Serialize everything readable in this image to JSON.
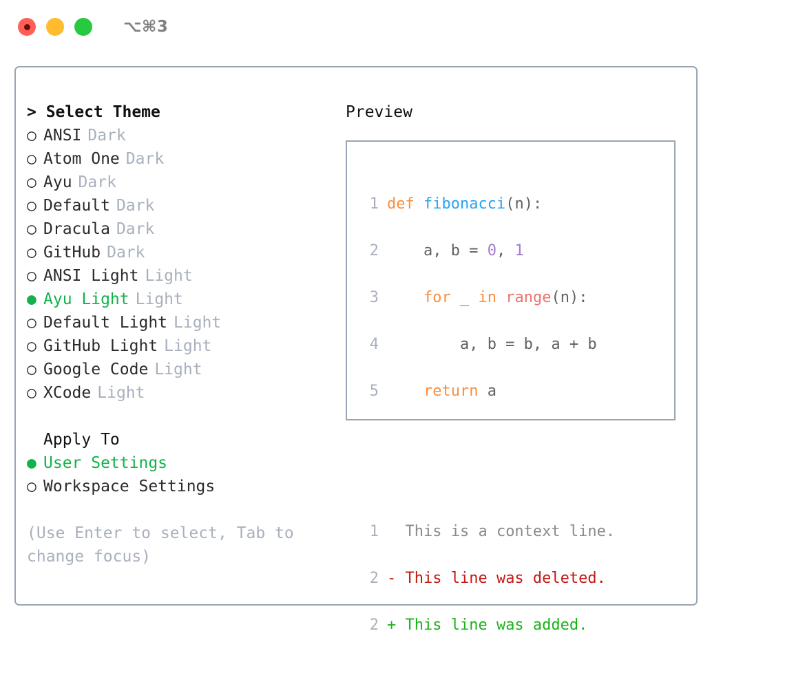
{
  "titlebar": {
    "lights": [
      "close-red",
      "minimize-yellow",
      "zoom-green"
    ],
    "shortcut": "⌥⌘3"
  },
  "theme_panel": {
    "heading": "> Select Theme",
    "items": [
      {
        "bullet": "○",
        "label": "ANSI",
        "tag": "Dark",
        "selected": false
      },
      {
        "bullet": "○",
        "label": "Atom One",
        "tag": "Dark",
        "selected": false
      },
      {
        "bullet": "○",
        "label": "Ayu",
        "tag": "Dark",
        "selected": false
      },
      {
        "bullet": "○",
        "label": "Default",
        "tag": "Dark",
        "selected": false
      },
      {
        "bullet": "○",
        "label": "Dracula",
        "tag": "Dark",
        "selected": false
      },
      {
        "bullet": "○",
        "label": "GitHub",
        "tag": "Dark",
        "selected": false
      },
      {
        "bullet": "○",
        "label": "ANSI Light",
        "tag": "Light",
        "selected": false
      },
      {
        "bullet": "●",
        "label": "Ayu Light",
        "tag": "Light",
        "selected": true
      },
      {
        "bullet": "○",
        "label": "Default Light",
        "tag": "Light",
        "selected": false
      },
      {
        "bullet": "○",
        "label": "GitHub Light",
        "tag": "Light",
        "selected": false
      },
      {
        "bullet": "○",
        "label": "Google Code",
        "tag": "Light",
        "selected": false
      },
      {
        "bullet": "○",
        "label": "XCode",
        "tag": "Light",
        "selected": false
      }
    ]
  },
  "apply_to": {
    "heading": "Apply To",
    "items": [
      {
        "bullet": "●",
        "label": "User Settings",
        "selected": true
      },
      {
        "bullet": "○",
        "label": "Workspace Settings",
        "selected": false
      }
    ]
  },
  "hint": "(Use Enter to select, Tab to change focus)",
  "preview": {
    "heading": "Preview",
    "code_lines": [
      {
        "number": "1",
        "tokens": [
          {
            "t": "def ",
            "c": "kw"
          },
          {
            "t": "fibonacci",
            "c": "fn"
          },
          {
            "t": "(n):",
            "c": "punc"
          }
        ]
      },
      {
        "number": "2",
        "tokens": [
          {
            "t": "    a, b = ",
            "c": "var"
          },
          {
            "t": "0",
            "c": "num"
          },
          {
            "t": ", ",
            "c": "var"
          },
          {
            "t": "1",
            "c": "num"
          }
        ]
      },
      {
        "number": "3",
        "tokens": [
          {
            "t": "    ",
            "c": "var"
          },
          {
            "t": "for",
            "c": "kw"
          },
          {
            "t": " _ ",
            "c": "var"
          },
          {
            "t": "in",
            "c": "kw"
          },
          {
            "t": " ",
            "c": "var"
          },
          {
            "t": "range",
            "c": "call"
          },
          {
            "t": "(n):",
            "c": "punc"
          }
        ]
      },
      {
        "number": "4",
        "tokens": [
          {
            "t": "        a, b = b, a + b",
            "c": "var"
          }
        ]
      },
      {
        "number": "5",
        "tokens": [
          {
            "t": "    ",
            "c": "var"
          },
          {
            "t": "return",
            "c": "kw"
          },
          {
            "t": " a",
            "c": "var"
          }
        ]
      }
    ],
    "diff_lines": [
      {
        "number": "1",
        "marker": " ",
        "text": " This is a context line.",
        "kind": "d-ctx"
      },
      {
        "number": "2",
        "marker": "-",
        "text": " This line was deleted.",
        "kind": "d-del"
      },
      {
        "number": "2",
        "marker": "+",
        "text": " This line was added.",
        "kind": "d-add"
      }
    ]
  },
  "colors": {
    "accent_green": "#12b24a",
    "muted": "#a8b0bd",
    "border": "#9aa5b4",
    "keyword": "#fa8d3e",
    "function": "#2aa3f0",
    "number": "#a37acc",
    "builtin": "#f07171",
    "identifier": "#5c6166",
    "diff_add": "#19b319",
    "diff_del": "#c41a16",
    "diff_ctx": "#8a8a8a",
    "light_red": "#ff5f57",
    "light_yellow": "#febc2e",
    "light_green": "#28c840"
  }
}
